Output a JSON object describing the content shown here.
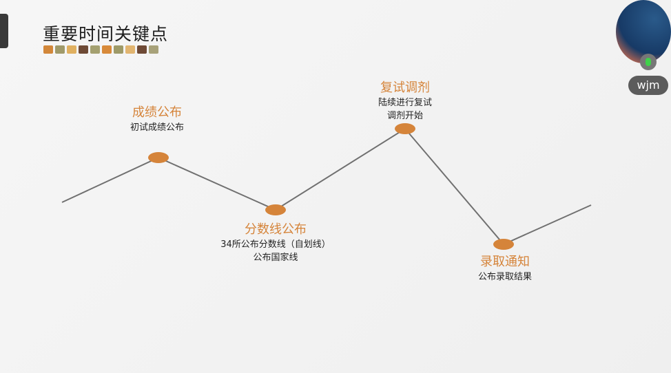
{
  "slide": {
    "title": "重要时间关键点",
    "swatch_colors": [
      "#d2873a",
      "#a09a6a",
      "#e0b060",
      "#6e4a36",
      "#a4a070",
      "#d88a3a",
      "#9e9a68",
      "#e2b570",
      "#6e4a36",
      "#a8a27a"
    ],
    "line_color": "#707070",
    "dot_color": "#d5843a",
    "milestones": [
      {
        "heading": "成绩公布",
        "lines": [
          "初试成绩公布"
        ]
      },
      {
        "heading": "分数线公布",
        "lines": [
          "34所公布分数线（自划线）",
          "公布国家线"
        ]
      },
      {
        "heading": "复试调剂",
        "lines": [
          "陆续进行复试",
          "调剂开始"
        ]
      },
      {
        "heading": "录取通知",
        "lines": [
          "公布录取结果"
        ]
      }
    ]
  },
  "participant": {
    "name": "wjm",
    "mic_icon": "microphone-icon"
  }
}
